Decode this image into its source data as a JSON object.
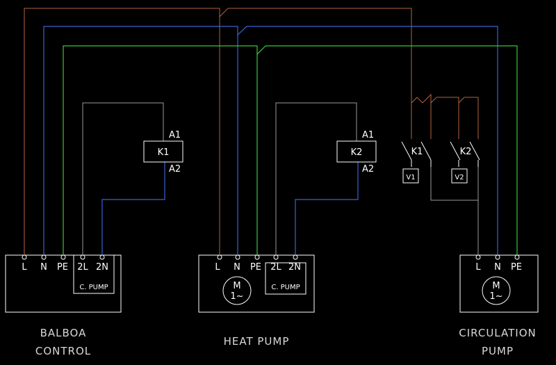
{
  "colors": {
    "background": "#000000",
    "line_l": "#b4643c",
    "line_n": "#3a62d8",
    "line_pe": "#38c838",
    "control_wire": "#9a9a9a",
    "symbol": "#ffffff"
  },
  "balboa": {
    "terminals": [
      "L",
      "N",
      "PE",
      "2L",
      "2N"
    ],
    "sub_label": "C. PUMP",
    "caption_line1": "BALBOA",
    "caption_line2": "CONTROL"
  },
  "heat_pump": {
    "terminals": [
      "L",
      "N",
      "PE",
      "2L",
      "2N"
    ],
    "sub_label": "C. PUMP",
    "motor_label": "M",
    "motor_sub": "1~",
    "caption": "HEAT PUMP"
  },
  "circulation_pump": {
    "terminals": [
      "L",
      "N",
      "PE"
    ],
    "motor_label": "M",
    "motor_sub": "1~",
    "caption_line1": "CIRCULATION",
    "caption_line2": "PUMP"
  },
  "relay1": {
    "name": "K1",
    "a1": "A1",
    "a2": "A2"
  },
  "relay2": {
    "name": "K2",
    "a1": "A1",
    "a2": "A2"
  },
  "contacts": {
    "k1": {
      "name": "K1",
      "valve": "V1"
    },
    "k2": {
      "name": "K2",
      "valve": "V2"
    }
  }
}
